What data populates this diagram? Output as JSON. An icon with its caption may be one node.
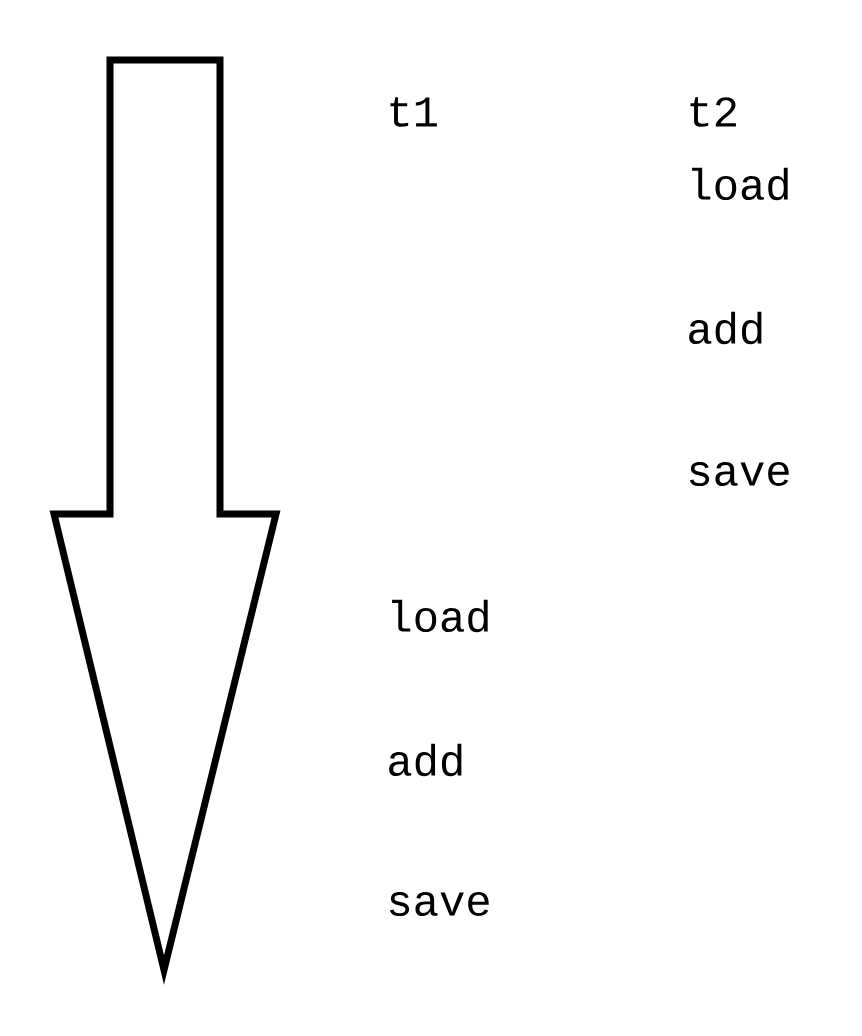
{
  "diagram": {
    "labels": [
      "t1",
      "t2",
      "load",
      "add",
      "save",
      "load",
      "add",
      "save"
    ]
  }
}
